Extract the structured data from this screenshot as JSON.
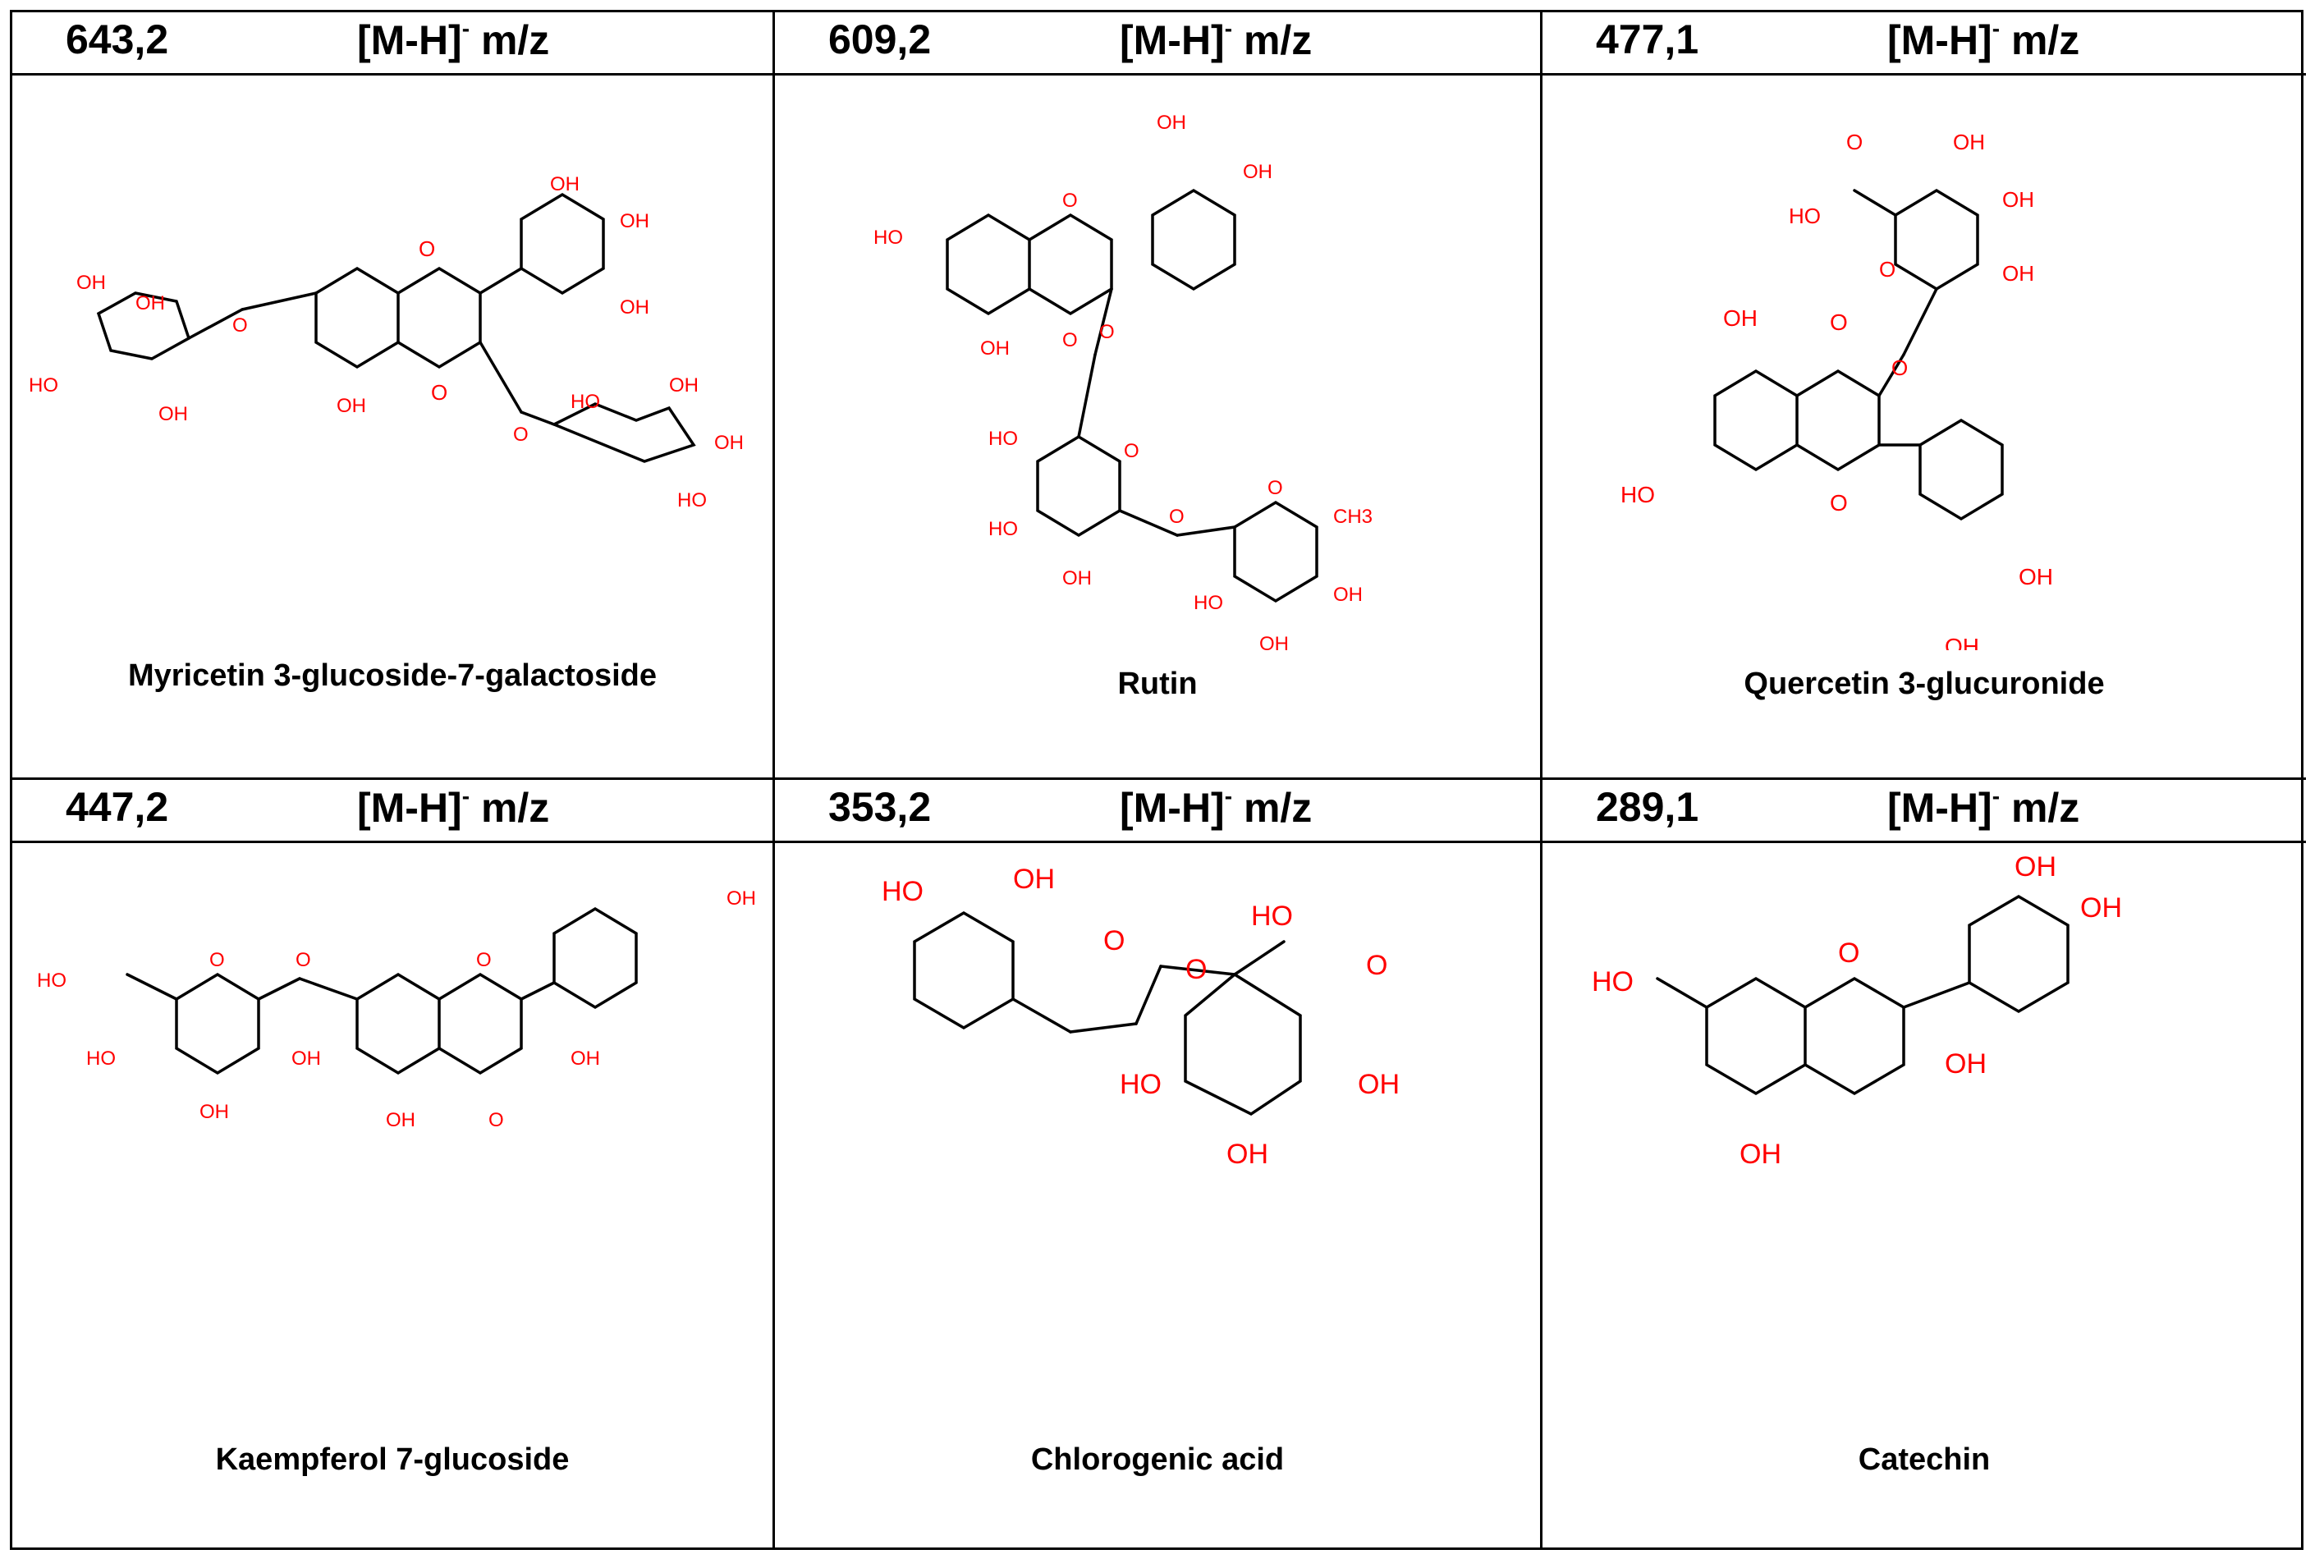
{
  "compounds": [
    {
      "mz": "643,2",
      "ion": "[M-H]",
      "charge": "-",
      "unit": "m/z",
      "name": "Myricetin 3-glucoside-7-galactoside"
    },
    {
      "mz": "609,2",
      "ion": "[M-H]",
      "charge": "-",
      "unit": "m/z",
      "name": "Rutin"
    },
    {
      "mz": "477,1",
      "ion": "[M-H]",
      "charge": "-",
      "unit": "m/z",
      "name": "Quercetin 3-glucuronide"
    },
    {
      "mz": "447,2",
      "ion": "[M-H]",
      "charge": "-",
      "unit": "m/z",
      "name": "Kaempferol 7-glucoside"
    },
    {
      "mz": "353,2",
      "ion": "[M-H]",
      "charge": "-",
      "unit": "m/z",
      "name": "Chlorogenic acid"
    },
    {
      "mz": "289,1",
      "ion": "[M-H]",
      "charge": "-",
      "unit": "m/z",
      "name": "Catechin"
    }
  ],
  "atom_labels": {
    "hydroxyl": "OH",
    "hydroxyl_left": "HO",
    "oxygen": "O",
    "methyl": "CH3"
  },
  "colors": {
    "heteroatom": "#ff0000",
    "bond": "#000000",
    "border": "#000000"
  }
}
